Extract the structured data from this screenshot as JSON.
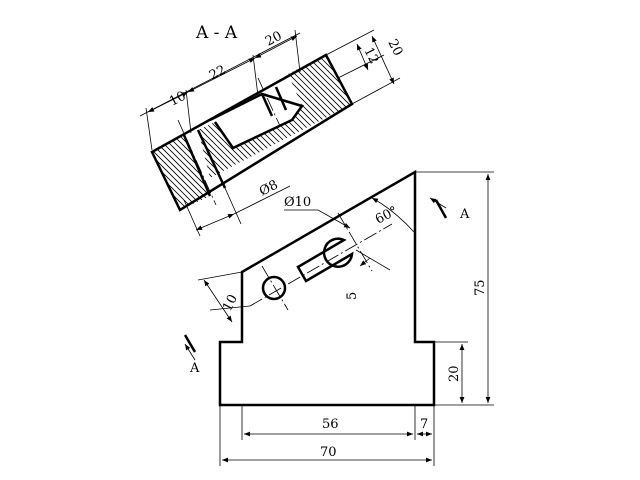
{
  "section_view": {
    "title": "A - A",
    "dims": {
      "d_10": "10",
      "d_22": "22",
      "d_20_top": "20",
      "d_12": "12",
      "d_20_right": "20",
      "d_hole": "Ø8"
    }
  },
  "front_view": {
    "dims": {
      "hole_dia": "Ø10",
      "angle": "60°",
      "slot_width": "5",
      "offset_10": "10",
      "height_75": "75",
      "height_20": "20",
      "width_56": "56",
      "width_7": "7",
      "width_70": "70"
    },
    "section_marks": {
      "top": "A",
      "bottom": "A"
    }
  }
}
